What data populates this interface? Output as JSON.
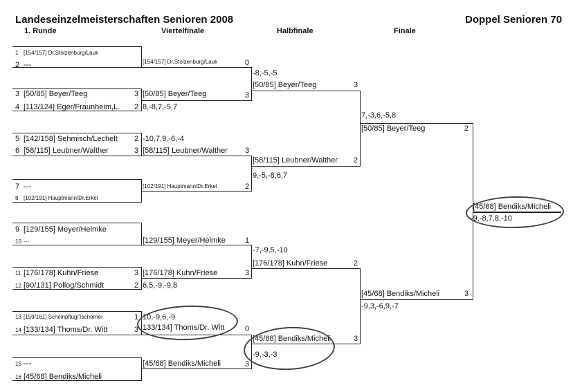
{
  "title": "Landeseinzelmeisterschaften Senioren 2008",
  "category": "Doppel Senioren 70",
  "rounds": [
    "1. Runde",
    "Viertelfinale",
    "Halbfinale",
    "Finale"
  ],
  "first_round": [
    {
      "num": "1",
      "name": "[154/157] Dr.Stolzenburg/Lauk",
      "score": ""
    },
    {
      "num": "2",
      "name": "---",
      "score": ""
    },
    {
      "num": "3",
      "name": "[50/85] Beyer/Teeg",
      "score": "3"
    },
    {
      "num": "4",
      "name": "[113/124] Eger/Fraunheim,L.",
      "score": "2"
    },
    {
      "num": "5",
      "name": "[142/158] Sehmisch/Lechelt",
      "score": "2"
    },
    {
      "num": "6",
      "name": "[58/115] Leubner/Walther",
      "score": "3"
    },
    {
      "num": "7",
      "name": "---",
      "score": ""
    },
    {
      "num": "8",
      "name": "[102/191] Hauptmann/Dr.Erkel",
      "score": ""
    },
    {
      "num": "9",
      "name": "[129/155] Meyer/Helmke",
      "score": ""
    },
    {
      "num": "10",
      "name": "---",
      "score": ""
    },
    {
      "num": "11",
      "name": "[176/178] Kuhn/Friese",
      "score": "3"
    },
    {
      "num": "12",
      "name": "[90/131] Pollog/Schmidt",
      "score": "2"
    },
    {
      "num": "13",
      "name": "[159/161] Scheinpflug/Tschörner",
      "score": "1"
    },
    {
      "num": "14",
      "name": "[133/134] Thoms/Dr. Witt",
      "score": "3"
    },
    {
      "num": "15",
      "name": "---",
      "score": ""
    },
    {
      "num": "16",
      "name": "[45/68] Bendiks/Micheli",
      "score": ""
    }
  ],
  "first_round_results": [
    "8,-8,7,-5,7",
    "-10,7,9,-6,-4",
    "6,5,-9,-9,8",
    "10,-9,6,-9"
  ],
  "quarterfinal": [
    {
      "name": "[154/157] Dr.Stolzenburg/Lauk",
      "score": "0"
    },
    {
      "name": "[50/85] Beyer/Teeg",
      "score": "3"
    },
    {
      "name": "[58/115] Leubner/Walther",
      "score": "3"
    },
    {
      "name": "[102/191] Hauptmann/Dr.Erkel",
      "score": "2"
    },
    {
      "name": "[129/155] Meyer/Helmke",
      "score": "1"
    },
    {
      "name": "[176/178] Kuhn/Friese",
      "score": "3"
    },
    {
      "name": "133/134] Thoms/Dr. Witt",
      "score": "0"
    },
    {
      "name": "[45/68] Bendiks/Micheli",
      "score": "3"
    }
  ],
  "quarterfinal_results": [
    "-8,-5,-5",
    "9,-5,-8,6,7",
    "-7,-9,5,-10",
    "-9,-3,-3"
  ],
  "semifinal": [
    {
      "name": "[50/85] Beyer/Teeg",
      "score": "3"
    },
    {
      "name": "[58/115] Leubner/Walther",
      "score": "2"
    },
    {
      "name": "[176/178] Kuhn/Friese",
      "score": "2"
    },
    {
      "name": "[45/68] Bendiks/Micheli",
      "score": "3"
    }
  ],
  "semifinal_results": [
    "7,-3,6,-5,8",
    "-9,3,-6,9,-7"
  ],
  "final": [
    {
      "name": "[50/85] Beyer/Teeg",
      "score": "2"
    },
    {
      "name": "[45/68] Bendiks/Micheli",
      "score": "3"
    }
  ],
  "winner": {
    "name": "[45/68] Bendiks/Micheli",
    "result": "-9,-8,7,8,-10"
  }
}
